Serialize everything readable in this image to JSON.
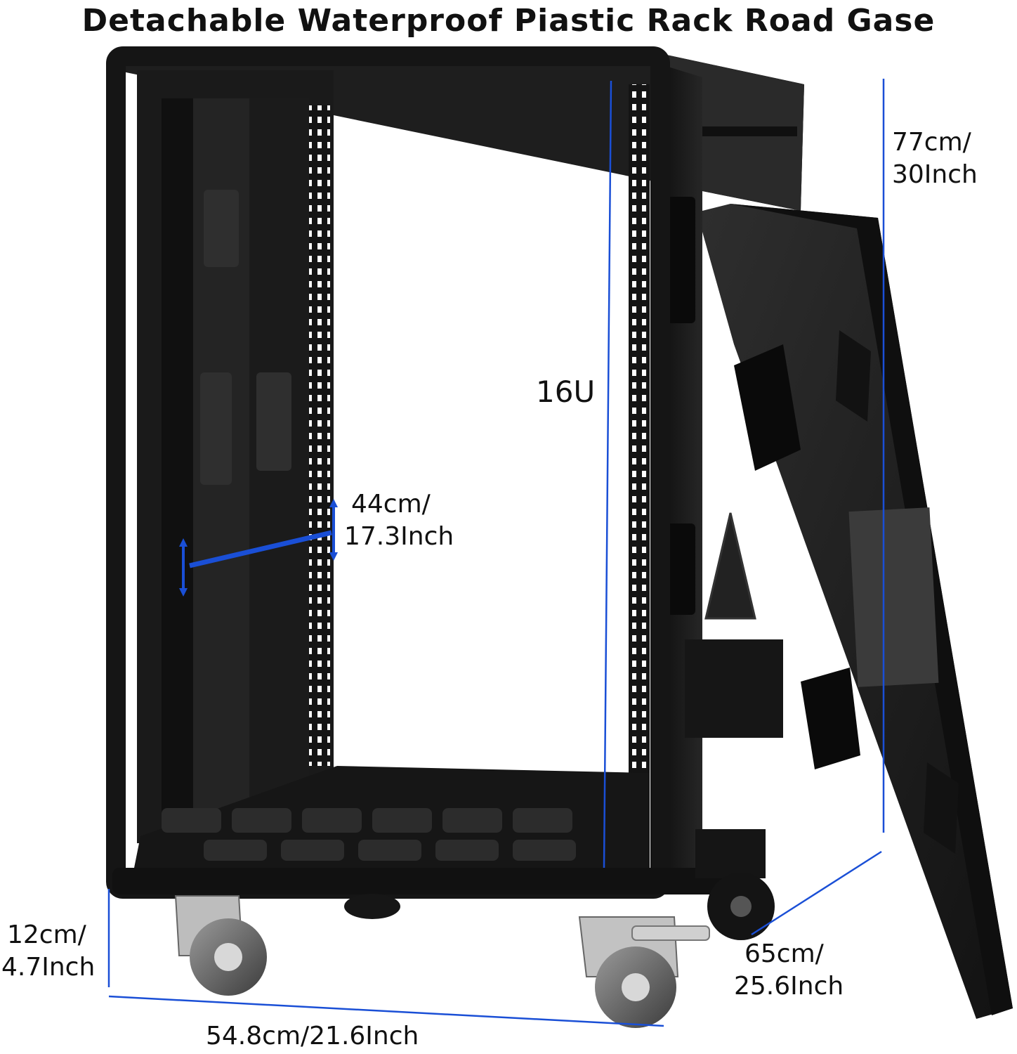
{
  "title": "Detachable Waterproof Piastic Rack Road Gase",
  "dimensions": {
    "height": {
      "line1": "77cm/",
      "line2": "30Inch"
    },
    "rack_units": "16U",
    "rail_width": {
      "line1": "44cm/",
      "line2": "17.3Inch"
    },
    "caster_height": {
      "line1": "12cm/",
      "line2": "4.7Inch"
    },
    "width": "54.8cm/21.6Inch",
    "depth": {
      "line1": "65cm/",
      "line2": "25.6Inch"
    }
  },
  "colors": {
    "dimension_line": "#1a4fd6",
    "case": "#1c1c1c",
    "background": "#ffffff"
  }
}
